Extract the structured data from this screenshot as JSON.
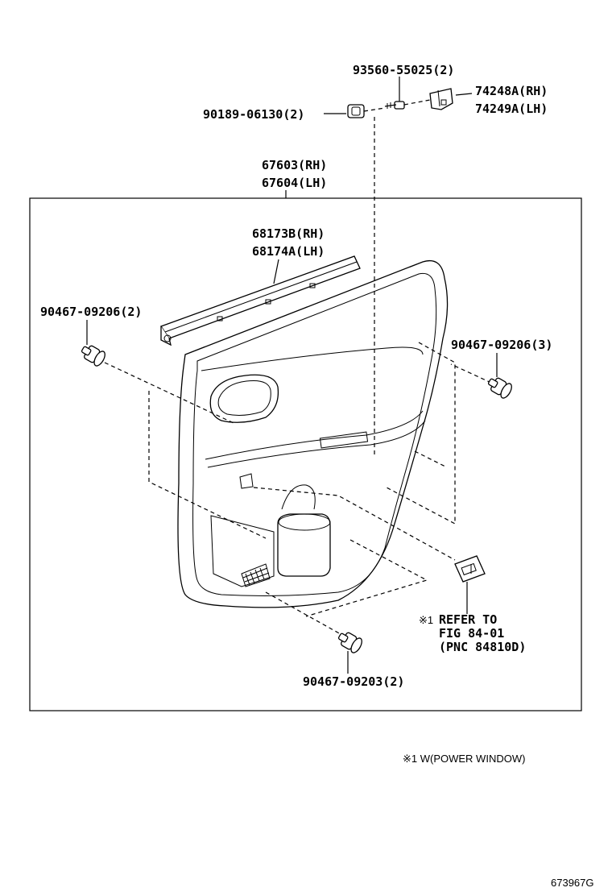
{
  "labels": {
    "screw_93560": "93560-55025(2)",
    "part_74248a": "74248A(RH)",
    "part_74249a": "74249A(LH)",
    "nut_90189": "90189-06130(2)",
    "panel_67603": "67603(RH)",
    "panel_67604": "67604(LH)",
    "weatherstrip_68173b": "68173B(RH)",
    "weatherstrip_68174a": "68174A(LH)",
    "clip_left": "90467-09206(2)",
    "clip_right": "90467-09206(3)",
    "clip_bottom": "90467-09203(2)",
    "refer_mark": "※1",
    "refer_line1": "REFER TO",
    "refer_line2": "FIG 84-01",
    "refer_line3": "(PNC 84810D)",
    "footnote": "※1 W(POWER WINDOW)",
    "figure_code": "673967G"
  },
  "icons": {
    "clip": "push-clip-icon",
    "nut": "nut-icon",
    "screw": "screw-icon",
    "switch": "power-window-switch-icon",
    "bracket": "bracket-icon"
  }
}
